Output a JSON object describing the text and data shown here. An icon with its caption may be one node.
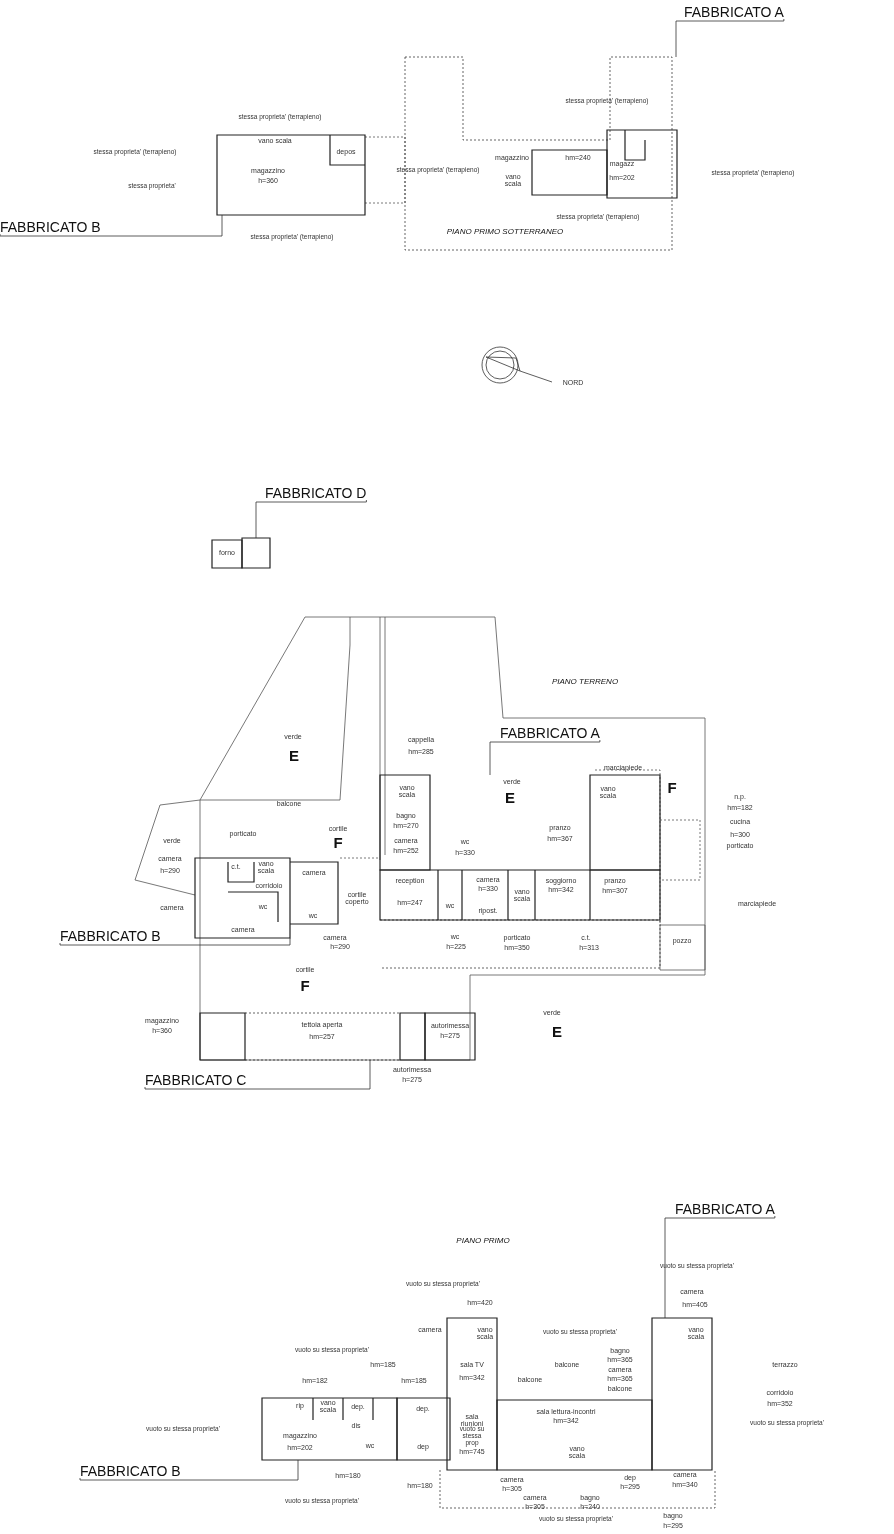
{
  "diagram": {
    "nodes": [
      {
        "text": [
          "FABBRICATO A"
        ]
      },
      {
        "text": [],
        "shape": "picture"
      },
      {
        "text": [],
        "shape": "picture"
      },
      {
        "text": [
          "FABBRICATO B"
        ]
      },
      {
        "text": [
          "FABBRICATO D"
        ]
      },
      {
        "text": [],
        "shape": "picture"
      },
      {
        "text": [
          "FABBRICATO A"
        ]
      },
      {
        "text": [],
        "shape": "picture"
      },
      {
        "text": [],
        "shape": "picture"
      },
      {
        "text": [
          "FABBRICATO B"
        ]
      },
      {
        "text": [],
        "shape": "picture"
      },
      {
        "text": [
          "FABBRICATO C"
        ]
      },
      {
        "text": [
          "FABBRICATO A"
        ]
      },
      {
        "text": [],
        "shape": "picture"
      },
      {
        "text": [],
        "shape": "picture"
      },
      {
        "text": [
          "FABBRICATO B"
        ]
      }
    ],
    "edges": [
      {
        "from": 0,
        "to": 1,
        "arrow": "none"
      },
      {
        "from": 3,
        "to": 2,
        "arrow": "none"
      },
      {
        "from": 4,
        "to": 5,
        "arrow": "none"
      },
      {
        "from": 6,
        "to": 8,
        "arrow": "none"
      },
      {
        "from": 9,
        "to": 7,
        "arrow": "none"
      },
      {
        "from": 11,
        "to": 10,
        "arrow": "none"
      },
      {
        "from": 12,
        "to": 13,
        "arrow": "none"
      },
      {
        "from": 15,
        "to": 14,
        "arrow": "none"
      }
    ],
    "labels": [
      "stessa proprieta' (terrapieno)",
      "stessa proprieta' (terrapieno)",
      "vano scala",
      "depos",
      "stessa proprieta' (terrapieno)",
      "magazzino",
      "hm=240",
      "magazz",
      "magazzino",
      "stessa proprieta' (terrapieno)",
      "stessa proprieta' (terrapieno)",
      "vano scala",
      "h=360",
      "hm=202",
      "stessa proprieta'",
      "stessa proprieta' (terrapieno)",
      "PIANO PRIMO SOTTERRANEO",
      "stessa proprieta' (terrapieno)",
      "NORD",
      "forno",
      "PIANO TERRENO",
      "verde",
      "cappella",
      "hm=285",
      "E",
      "marciapiede",
      "verde",
      "F",
      "vano scala",
      "vano scala",
      "n.p.",
      "E",
      "balcone",
      "hm=182",
      "bagno",
      "cucina",
      "hm=270",
      "pranzo",
      "cortile",
      "porticato",
      "h=300",
      "hm=367",
      "verde",
      "camera",
      "wc",
      "F",
      "porticato",
      "hm=252",
      "h=330",
      "camera",
      "c.t.",
      "vano scala",
      "camera",
      "h=290",
      "camera",
      "reception",
      "corridoio",
      "soggiorno",
      "pranzo",
      "h=330",
      "hm=342",
      "hm=307",
      "cortile coperto",
      "vano scala",
      "hm=247",
      "marciapiede",
      "wc",
      "camera",
      "wc",
      "ripost.",
      "wc",
      "camera",
      "camera",
      "wc",
      "porticato",
      "c.t.",
      "pozzo",
      "h=290",
      "h=225",
      "hm=350",
      "h=313",
      "cortile",
      "F",
      "verde",
      "magazzino",
      "autorimessa",
      "tettoia aperta",
      "h=360",
      "E",
      "h=275",
      "hm=257",
      "autorimessa",
      "h=275",
      "PIANO PRIMO",
      "vuoto su stessa proprieta'",
      "vuoto su stessa proprieta'",
      "camera",
      "hm=420",
      "hm=405",
      "camera",
      "vano scala",
      "vuoto su stessa proprieta'",
      "vano scala",
      "vuoto su stessa proprieta'",
      "bagno",
      "hm=365",
      "sala TV",
      "balcone",
      "terrazzo",
      "hm=185",
      "camera",
      "hm=342",
      "balcone",
      "hm=365",
      "hm=182",
      "hm=185",
      "balcone",
      "corridoio",
      "hm=352",
      "rip",
      "vano scala",
      "dep.",
      "dep.",
      "sala lettura-incontri",
      "sala riunioni",
      "hm=342",
      "vuoto su stessa prop",
      "vuoto su stessa proprieta'",
      "dis",
      "vuoto su stessa proprieta'",
      "magazzino",
      "hm=745",
      "hm=202",
      "wc",
      "dep",
      "vano scala",
      "camera",
      "dep",
      "h=305",
      "camera",
      "hm=180",
      "camera",
      "bagno",
      "h=295",
      "hm=340",
      "hm=180",
      "h=305",
      "h=240",
      "vuoto su stessa proprieta'",
      "vuoto su stessa proprieta'",
      "bagno",
      "h=295"
    ]
  }
}
